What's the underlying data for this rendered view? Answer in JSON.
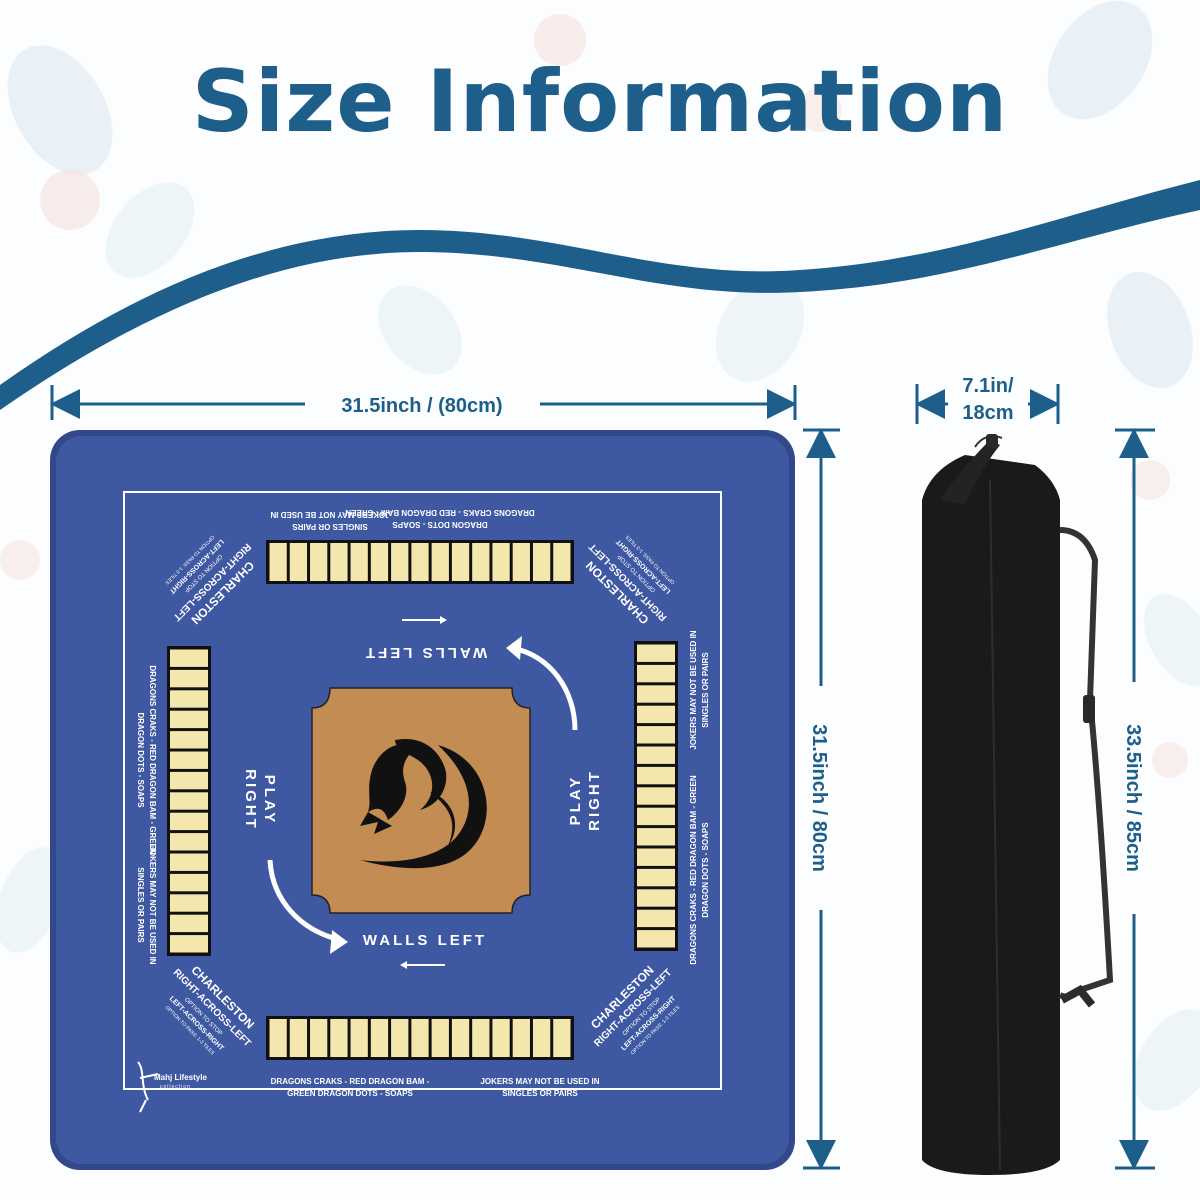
{
  "title": "Size Information",
  "colors": {
    "accent": "#1d5e8a",
    "mat_blue": "#3d58a0",
    "mat_border": "#34498a",
    "tile": "#f4e7ad",
    "center": "#c38c52",
    "bag": "#141414"
  },
  "dimensions": {
    "mat_width": "31.5inch / (80cm)",
    "mat_height": "31.5inch / 80cm",
    "bag_width_line1": "7.1in/",
    "bag_width_line2": "18cm",
    "bag_height": "33.5inch / 85cm"
  },
  "mat": {
    "charleston": "CHARLESTON",
    "right_across_left": "RIGHT-ACROSS-LEFT",
    "option_stop": "OPTION TO STOP",
    "left_across_right": "LEFT-ACROSS-RIGHT",
    "option_pass": "OPTION TO PASS: 1-3 TILES",
    "walls_left": "WALLS LEFT",
    "play": "PLAY",
    "right": "RIGHT",
    "dragons_line1": "DRAGONS CRAKS - RED DRAGON BAM -",
    "dragons_line2": "GREEN DRAGON DOTS - SOAPS",
    "jokers_line1": "JOKERS MAY NOT BE USED IN",
    "jokers_line2": "SINGLES OR PAIRS",
    "top_dragons_line1": "DRAGONS CRAKS - RED DRAGON BAM - GREEN",
    "top_dragons_line2": "DRAGON DOTS - SOAPS",
    "brand": "Mahj Lifestyle",
    "brand_sub": "collection"
  }
}
